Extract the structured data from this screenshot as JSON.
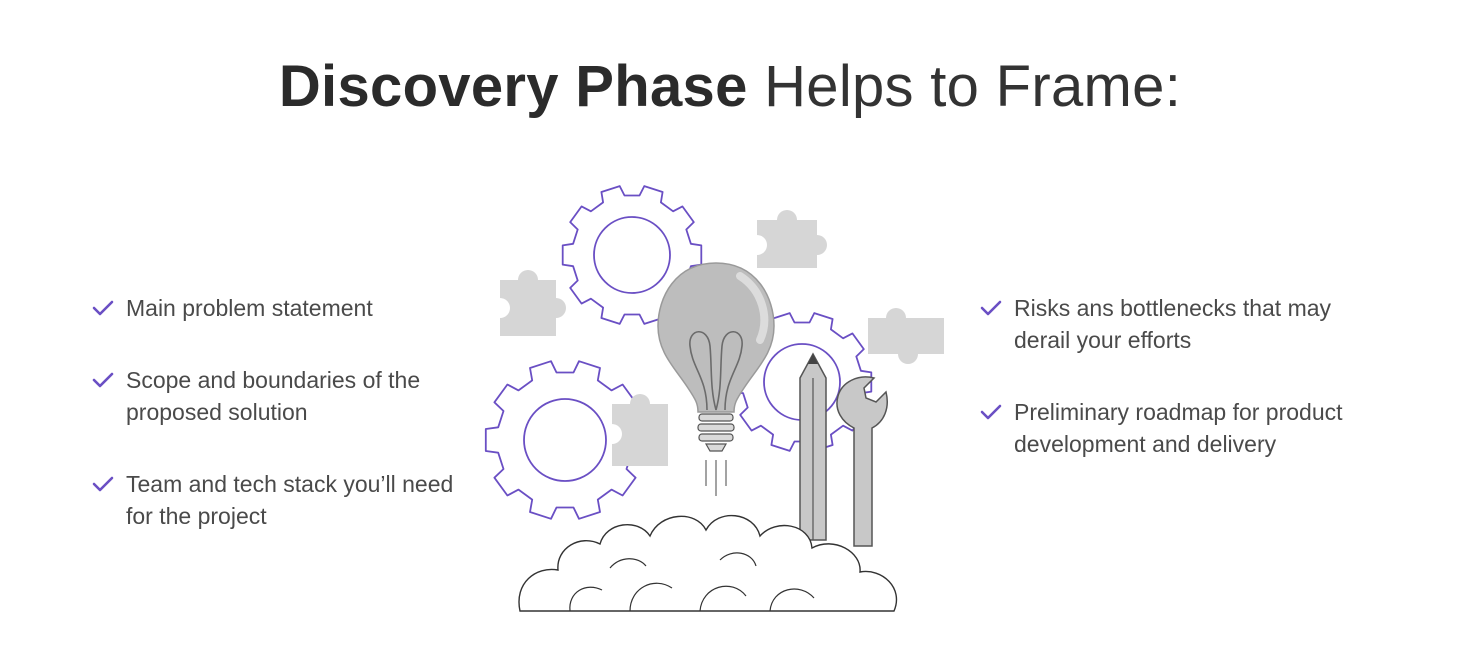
{
  "title": {
    "bold": "Discovery Phase",
    "rest": " Helps to Frame:"
  },
  "left_items": [
    "Main problem statement",
    "Scope and boundaries of the proposed solution",
    "Team and tech stack you’ll need for the project"
  ],
  "right_items": [
    "Risks ans bottlenecks that may derail your efforts",
    "Preliminary roadmap for product development and delivery"
  ],
  "colors": {
    "accent": "#6a4fc4",
    "gray": "#c4c4c4",
    "outline": "#333333"
  },
  "icons": [
    "check-icon",
    "gear-icon",
    "puzzle-piece-icon",
    "lightbulb-icon",
    "pencil-icon",
    "wrench-icon",
    "cloud-icon"
  ]
}
